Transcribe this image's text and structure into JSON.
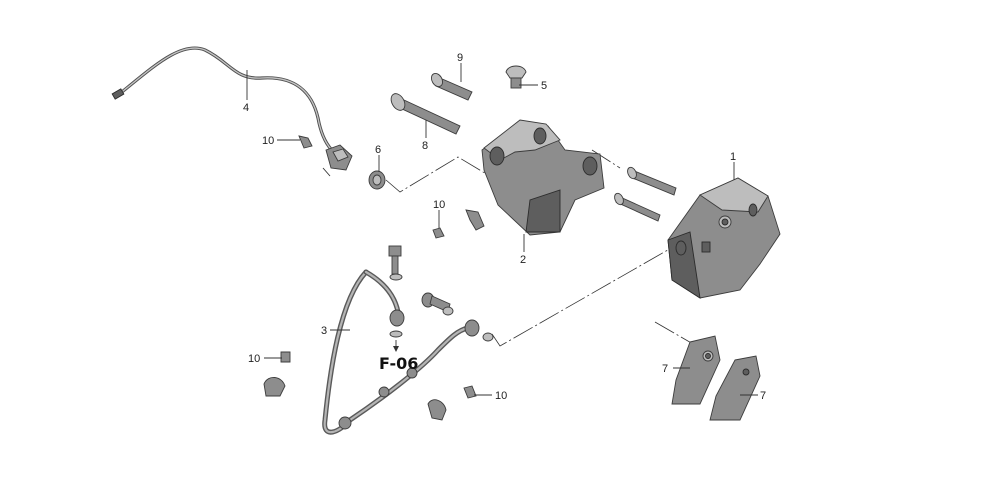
{
  "labels": {
    "caliper": "1",
    "bracket": "2",
    "brake_hose": "3",
    "sensor_wire": "4",
    "part_5": "5",
    "collar": "6",
    "pad_left": "7",
    "pad_right": "7",
    "bolt_long": "8",
    "pin": "9",
    "bolt_upper": "10",
    "bolt_mid": "10",
    "bolt_lower_left": "10",
    "bolt_lower_right": "10"
  },
  "reference": "F-06"
}
